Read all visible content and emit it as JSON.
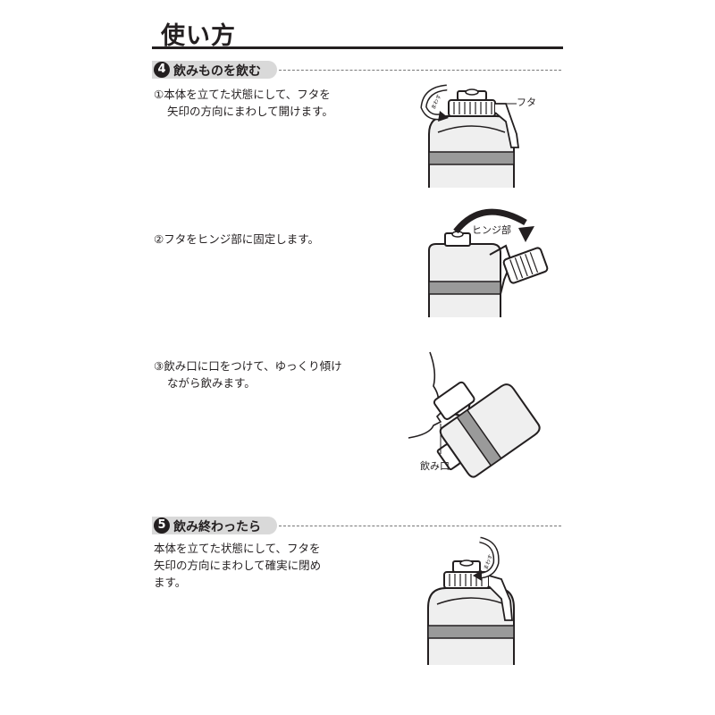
{
  "page": {
    "title": "使い方"
  },
  "section4": {
    "number": "4",
    "label": "飲みものを飲む",
    "steps": [
      {
        "marker": "①",
        "line1": "本体を立てた状態にして、フタを",
        "line2": "矢印の方向にまわして開けます。"
      },
      {
        "marker": "②",
        "line1": "フタをヒンジ部に固定します。"
      },
      {
        "marker": "③",
        "line1": "飲み口に口をつけて、ゆっくり傾け",
        "line2": "ながら飲みます。"
      }
    ],
    "callouts": {
      "lid": "フタ",
      "hinge": "ヒンジ部",
      "spout": "飲み口",
      "arrow_text": "まわす"
    }
  },
  "section5": {
    "number": "5",
    "label": "飲み終わったら",
    "text": {
      "line1": "本体を立てた状態にして、フタを",
      "line2": "矢印の方向にまわして確実に閉め",
      "line3": "ます。"
    },
    "callouts": {
      "arrow_text": "まわす"
    }
  }
}
